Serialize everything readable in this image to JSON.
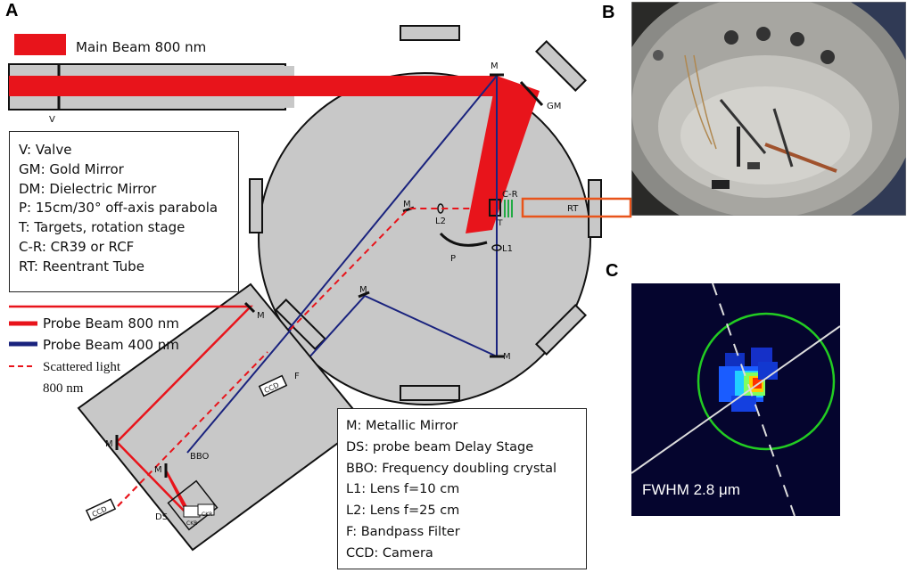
{
  "panels": {
    "a": "A",
    "b": "B",
    "c": "C"
  },
  "beam_label": "Main Beam 800 nm",
  "valve_mark": "V",
  "chamber_labels": {
    "m_top": "M",
    "gm": "GM",
    "m_mid": "M",
    "l2": "L2",
    "cr": "C-R",
    "rt": "RT",
    "p": "P",
    "t": "T",
    "l1": "L1",
    "m_center": "M",
    "m_bottom": "M",
    "f": "F",
    "ccd_inner": "CCD"
  },
  "table_labels": {
    "m_top": "M",
    "m_left": "M",
    "m_small": "M",
    "bbo": "BBO",
    "ds": "DS",
    "ccd_outer": "CCD",
    "ckr_a": "CKR",
    "ckr_b": "CKR"
  },
  "legend_left": [
    "V: Valve",
    "GM: Gold Mirror",
    "DM: Dielectric Mirror",
    "P: 15cm/30° off-axis parabola",
    "T: Targets, rotation stage",
    "C-R: CR39 or RCF",
    "RT: Reentrant Tube"
  ],
  "beam_legend": {
    "probe800": "Probe Beam 800 nm",
    "probe400": "Probe Beam 400 nm",
    "scattered_1": "Scattered light",
    "scattered_2": "800 nm"
  },
  "legend_right": [
    "M: Metallic Mirror",
    "DS: probe beam Delay Stage",
    "BBO: Frequency doubling crystal",
    "L1: Lens f=10 cm",
    "L2: Lens f=25 cm",
    "F: Bandpass Filter",
    "CCD: Camera"
  ],
  "focal_caption": "FWHM 2.8 μm",
  "colors": {
    "main_beam": "#e8141b",
    "probe400": "#1a237e",
    "rt_tube": "#e8541b",
    "chamber": "#c8c8c8",
    "focal_ring": "#22cc22",
    "focal_background": "#05052e"
  }
}
